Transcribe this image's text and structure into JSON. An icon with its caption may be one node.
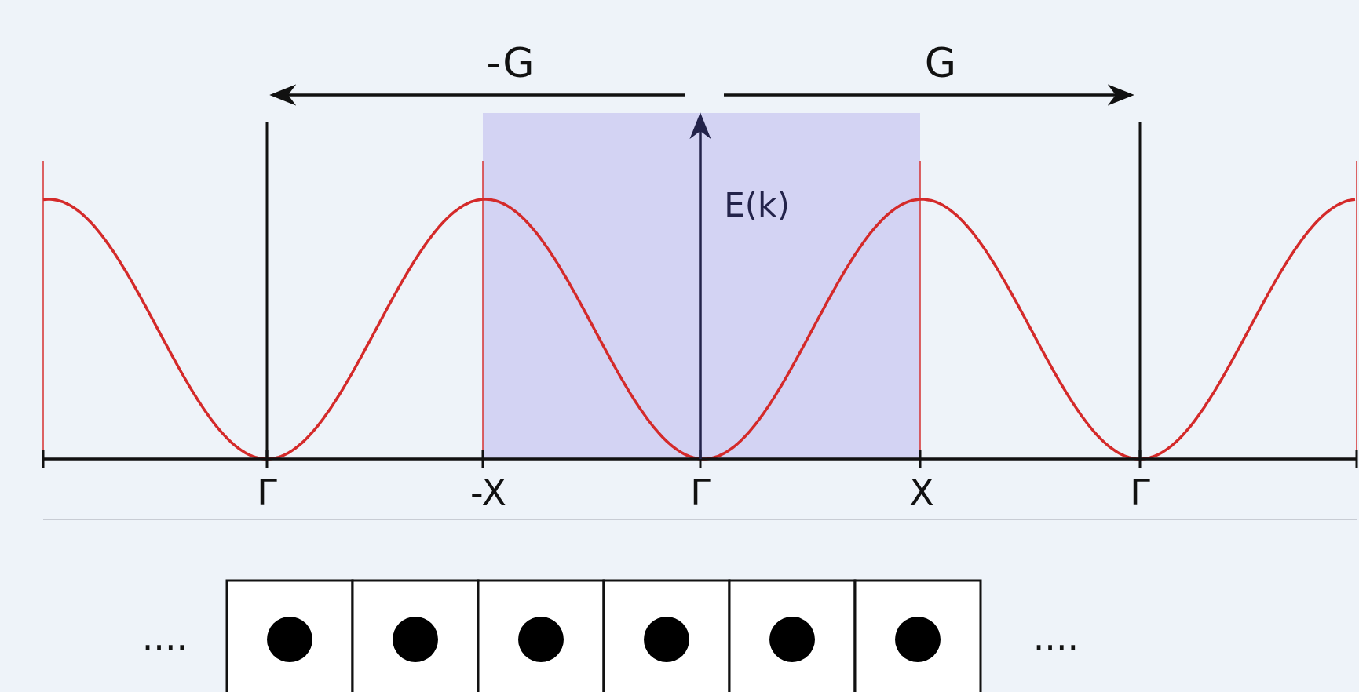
{
  "diagram": {
    "labels": [
      "-G",
      "G",
      "E(k)",
      "Γ",
      "-X",
      "Γ",
      "X",
      "Γ",
      "....",
      "...."
    ]
  }
}
